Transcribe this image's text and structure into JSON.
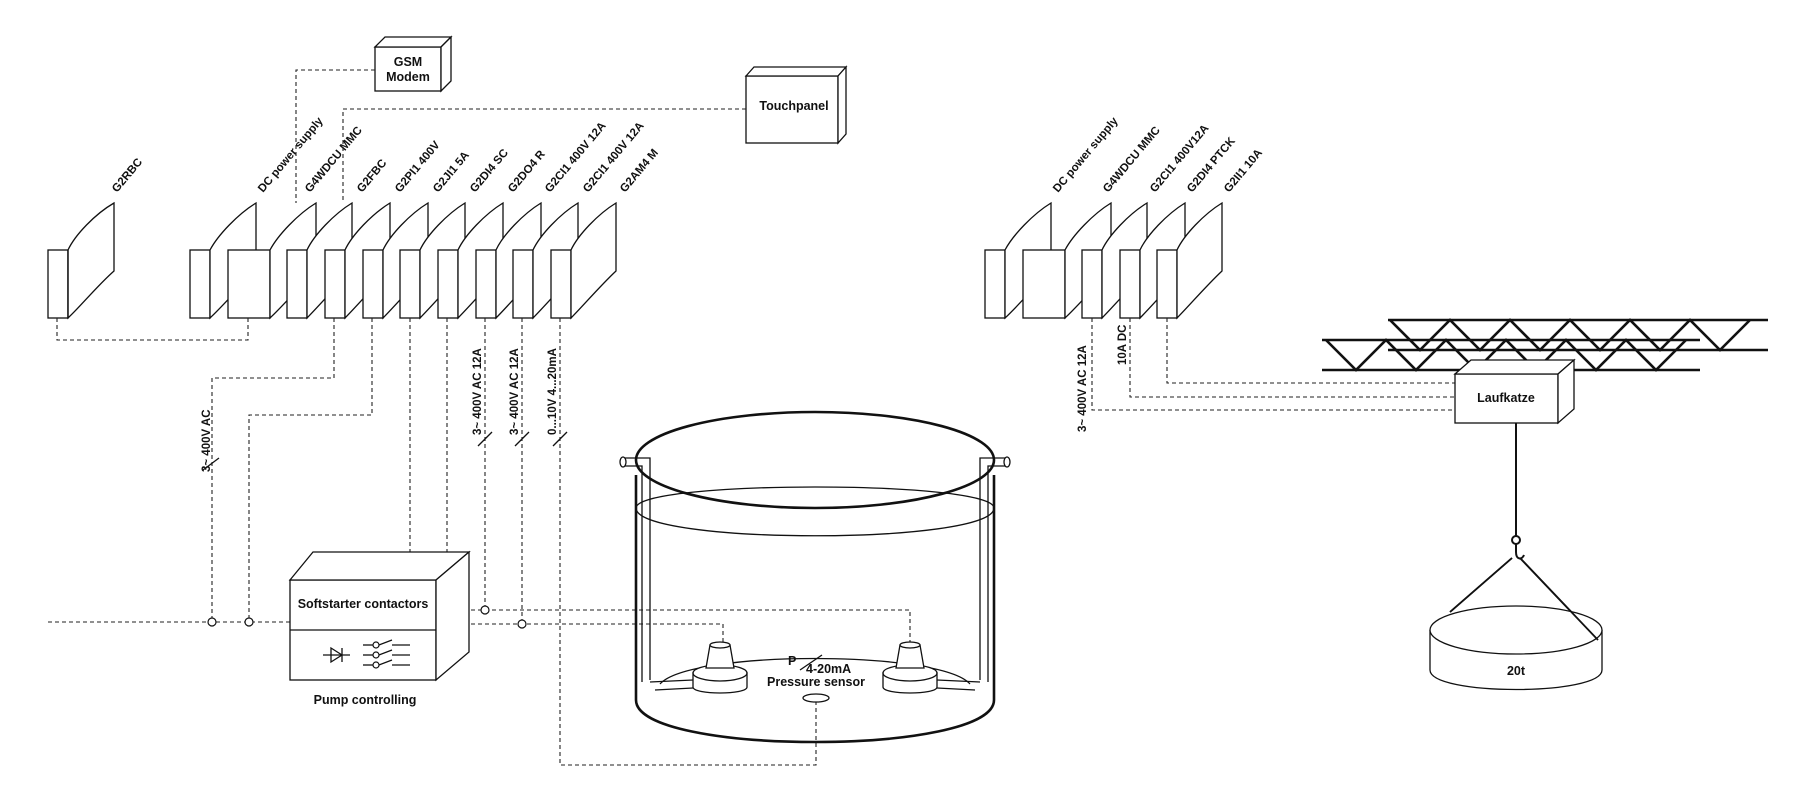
{
  "left_rack": {
    "single_module": "G2RBC",
    "modules": [
      "DC power supply",
      "G4WDCU MMC",
      "G2FBC",
      "G2PI1 400V",
      "G2JI1 5A",
      "G2DI4 SC",
      "G2DO4 R",
      "G2CI1 400V 12A",
      "G2CI1 400V 12A",
      "G2AM4 M"
    ]
  },
  "right_rack": {
    "modules": [
      "DC power supply",
      "G4WDCU MMC",
      "G2CI1 400V12A",
      "G2DI4 PTCK",
      "G2II1 10A"
    ]
  },
  "boxes": {
    "gsm_line1": "GSM",
    "gsm_line2": "Modem",
    "touchpanel": "Touchpanel",
    "softstarter": "Softstarter contactors",
    "pump_controlling": "Pump controlling",
    "laufkatze": "Laufkatze",
    "weight": "20t"
  },
  "wires": {
    "supply_left": "3~ 400V AC",
    "ci_1": "3~ 400V AC 12A",
    "ci_2": "3~ 400V AC 12A",
    "am_signal": "0...10V 4...20mA",
    "right_ci": "3~ 400V AC 12A",
    "right_ii": "10A DC"
  },
  "tank": {
    "p_symbol": "P",
    "signal": "4-20mA",
    "sensor": "Pressure sensor"
  }
}
